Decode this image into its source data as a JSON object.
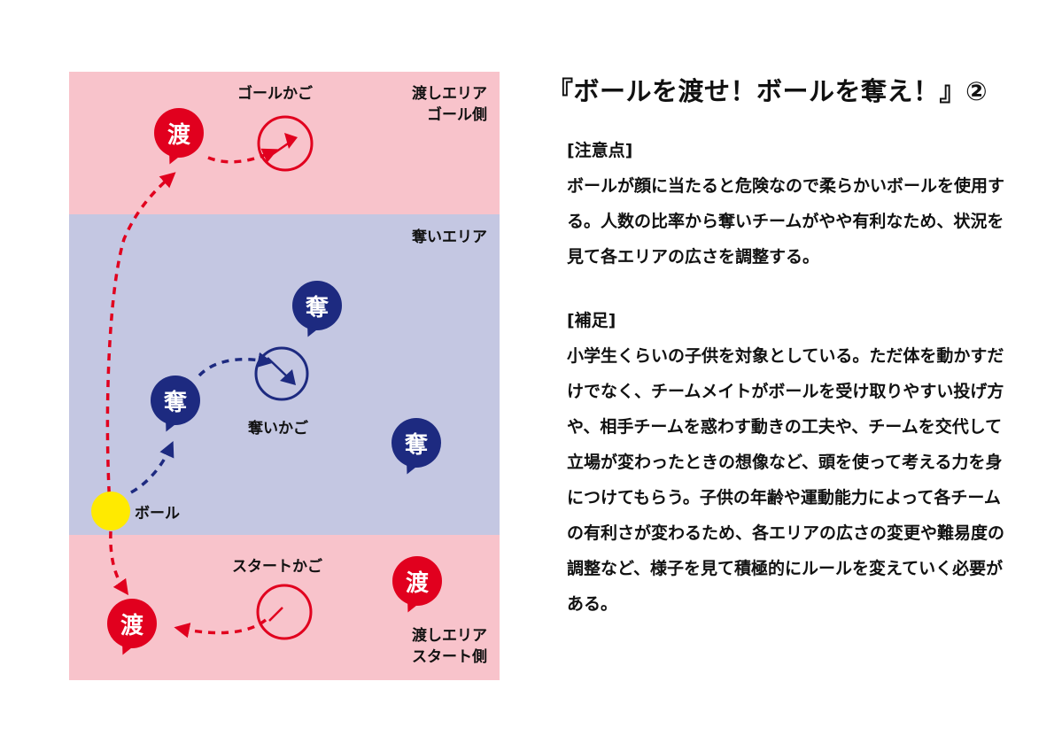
{
  "diagram": {
    "labels": {
      "goal_basket": "ゴールかご",
      "pass_area_goal": "渡しエリア\nゴール側",
      "steal_area": "奪いエリア",
      "steal_basket": "奪いかご",
      "ball": "ボール",
      "start_basket": "スタートかご",
      "pass_area_start": "渡しエリア\nスタート側"
    },
    "markers": {
      "pass": "渡",
      "steal": "奪"
    },
    "colors": {
      "pass_zone": "#f8c3cb",
      "steal_zone": "#c4c7e2",
      "pass_marker": "#e1001e",
      "steal_marker": "#1d2a80",
      "ball": "#ffea00"
    }
  },
  "article": {
    "title": "『ボールを渡せ！ボールを奪え！』②",
    "notes_heading": "[注意点]",
    "notes_body": "ボールが顔に当たると危険なので柔らかいボールを使用する。人数の比率から奪いチームがやや有利なため、状況を見て各エリアの広さを調整する。",
    "supplement_heading": "[補足]",
    "supplement_body": "小学生くらいの子供を対象としている。ただ体を動かすだけでなく、チームメイトがボールを受け取りやすい投げ方や、相手チームを惑わす動きの工夫や、チームを交代して立場が変わったときの想像など、頭を使って考える力を身につけてもらう。子供の年齢や運動能力によって各チームの有利さが変わるため、各エリアの広さの変更や難易度の調整など、様子を見て積極的にルールを変えていく必要がある。"
  }
}
